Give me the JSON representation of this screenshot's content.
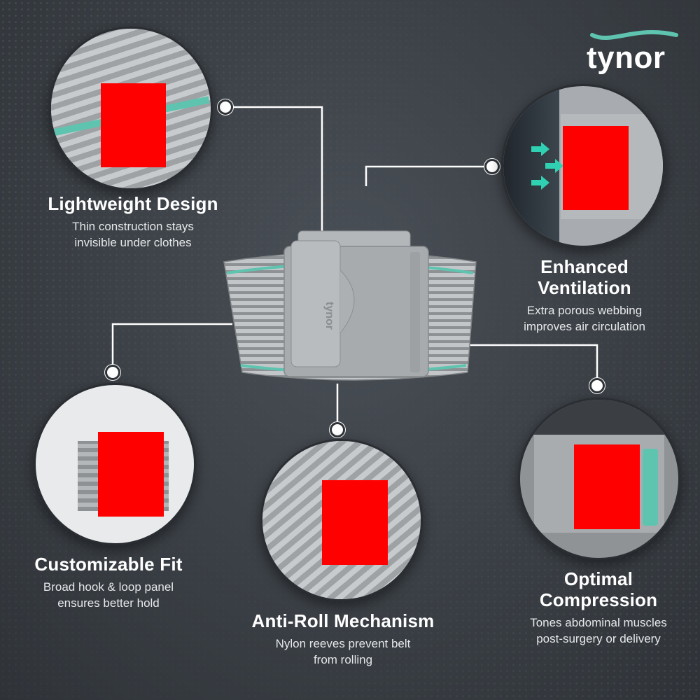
{
  "brand": {
    "logo_text": "tynor",
    "accent_color": "#5ec4b0"
  },
  "features": [
    {
      "title": "Lightweight Design",
      "description_lines": [
        "Thin construction stays",
        "invisible under clothes"
      ]
    },
    {
      "title_lines": [
        "Enhanced",
        "Ventilation"
      ],
      "description_lines": [
        "Extra porous webbing",
        "improves air circulation"
      ]
    },
    {
      "title": "Customizable Fit",
      "description_lines": [
        "Broad hook & loop panel",
        "ensures better hold"
      ]
    },
    {
      "title": "Anti-Roll Mechanism",
      "description_lines": [
        "Nylon reeves prevent belt",
        "from rolling"
      ]
    },
    {
      "title_lines": [
        "Optimal",
        "Compression"
      ],
      "description_lines": [
        "Tones abdominal muscles",
        "post-surgery or delivery"
      ]
    }
  ],
  "product": {
    "belt_label": "tynor",
    "icon": "abdominal-belt-image"
  }
}
